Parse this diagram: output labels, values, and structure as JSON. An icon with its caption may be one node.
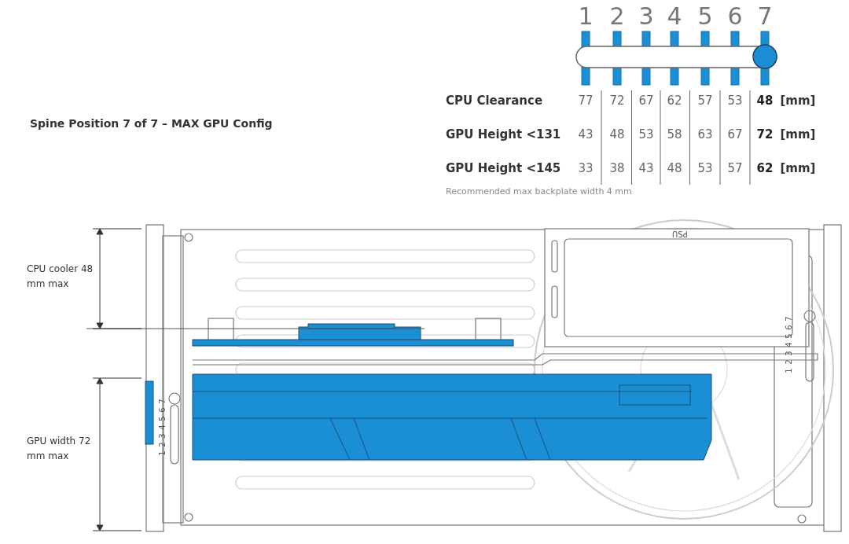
{
  "diagram": {
    "title": "Spine Position 7 of 7 – MAX GPU Config",
    "labels": [
      "1",
      "2",
      "3",
      "4",
      "5",
      "6",
      "7",
      "CPU Clearance",
      "77",
      "72",
      "67",
      "62",
      "57",
      "53",
      "48",
      "[mm]",
      "GPU Height <131",
      "43",
      "48",
      "53",
      "58",
      "63",
      "67",
      "72",
      "[mm]",
      "GPU Height <145",
      "33",
      "38",
      "43",
      "48",
      "53",
      "57",
      "62",
      "[mm]",
      "Recommended max backplate width 4 mm",
      "CPU cooler 48 mm max",
      "PSU",
      "7",
      "6",
      "5",
      "4",
      "3",
      "2",
      "1",
      "GPU width 72 mm max",
      "7",
      "6",
      "5",
      "4",
      "3",
      "2",
      "1"
    ]
  }
}
